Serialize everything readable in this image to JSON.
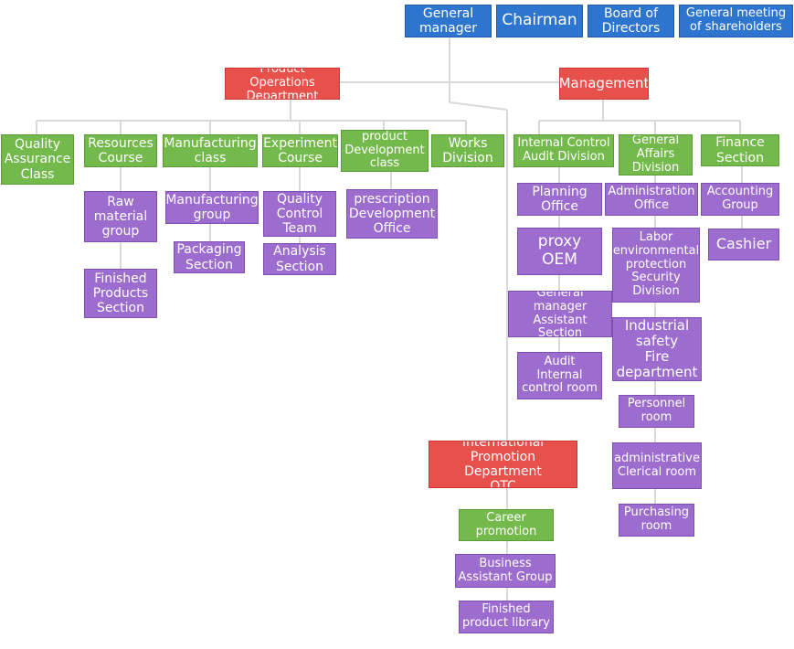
{
  "top": {
    "general_manager": "General\nmanager",
    "chairman": "Chairman",
    "board": "Board of\nDirectors",
    "shareholders": "General meeting\nof shareholders"
  },
  "departments": {
    "product_operations": "Product Operations\nDepartment",
    "management": "Management",
    "international_promotion": "International Promotion\nDepartment\nOTC"
  },
  "product_ops_units": {
    "quality_assurance": "Quality\nAssurance\nClass",
    "resources_course": "Resources\nCourse",
    "manufacturing_class": "Manufacturing\nclass",
    "experiment_course": "Experiment\nCourse",
    "product_development": "product\nDevelopment\nclass",
    "works_division": "Works\nDivision"
  },
  "product_ops_sub": {
    "raw_material": "Raw\nmaterial\ngroup",
    "finished_products": "Finished\nProducts\nSection",
    "manufacturing_group": "Manufacturing\ngroup",
    "packaging_section": "Packaging\nSection",
    "quality_control": "Quality\nControl\nTeam",
    "analysis_section": "Analysis\nSection",
    "prescription_office": "prescription\nDevelopment\nOffice"
  },
  "management_units": {
    "internal_control": "Internal Control\nAudit Division",
    "general_affairs": "General\nAffairs\nDivision",
    "finance": "Finance\nSection"
  },
  "management_sub": {
    "planning_office": "Planning\nOffice",
    "proxy_oem": "proxy\nOEM",
    "gm_assistant": "General manager\nAssistant Section",
    "audit_room": "Audit\nInternal\ncontrol room",
    "administration_office": "Administration\nOffice",
    "labor_protection": "Labor\nenvironmental\nprotection\nSecurity\nDivision",
    "industrial_safety": "Industrial\nsafety\nFire\ndepartment",
    "personnel_room": "Personnel\nroom",
    "clerical_room": "administrative\nClerical room",
    "purchasing_room": "Purchasing\nroom",
    "accounting_group": "Accounting\nGroup",
    "cashier": "Cashier"
  },
  "promotion_units": {
    "career_promotion": "Career\npromotion",
    "business_assistant": "Business\nAssistant Group",
    "finished_library": "Finished\nproduct library"
  }
}
